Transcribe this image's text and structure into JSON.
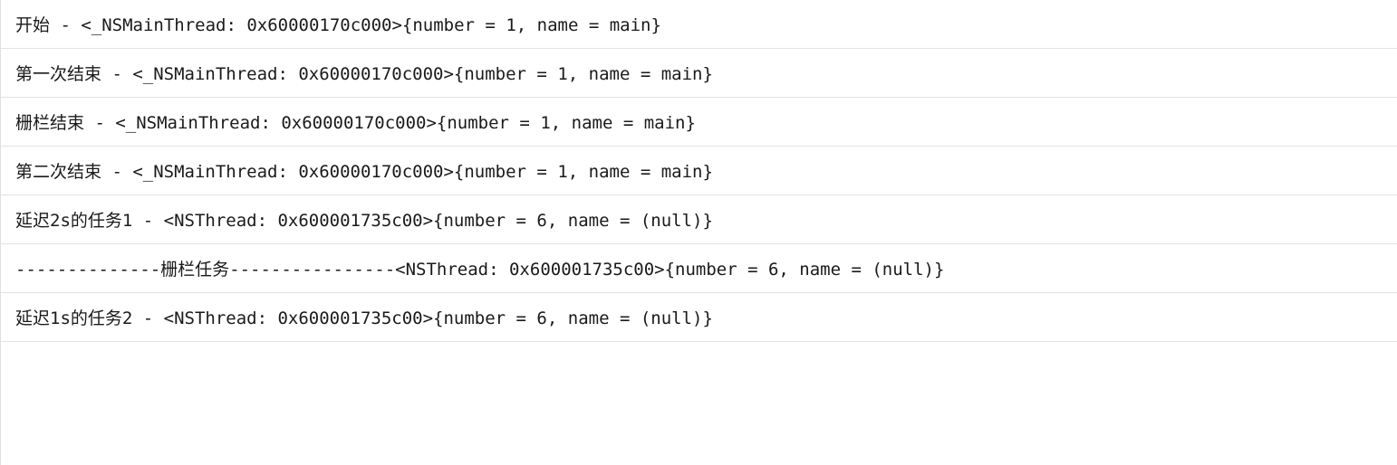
{
  "console": {
    "lines": [
      "开始 - <_NSMainThread: 0x60000170c000>{number = 1, name = main}",
      "第一次结束 - <_NSMainThread: 0x60000170c000>{number = 1, name = main}",
      "栅栏结束 - <_NSMainThread: 0x60000170c000>{number = 1, name = main}",
      "第二次结束 - <_NSMainThread: 0x60000170c000>{number = 1, name = main}",
      "延迟2s的任务1 - <NSThread: 0x600001735c00>{number = 6, name = (null)}",
      "--------------栅栏任务----------------<NSThread: 0x600001735c00>{number = 6, name = (null)}",
      "延迟1s的任务2 - <NSThread: 0x600001735c00>{number = 6, name = (null)}"
    ]
  }
}
